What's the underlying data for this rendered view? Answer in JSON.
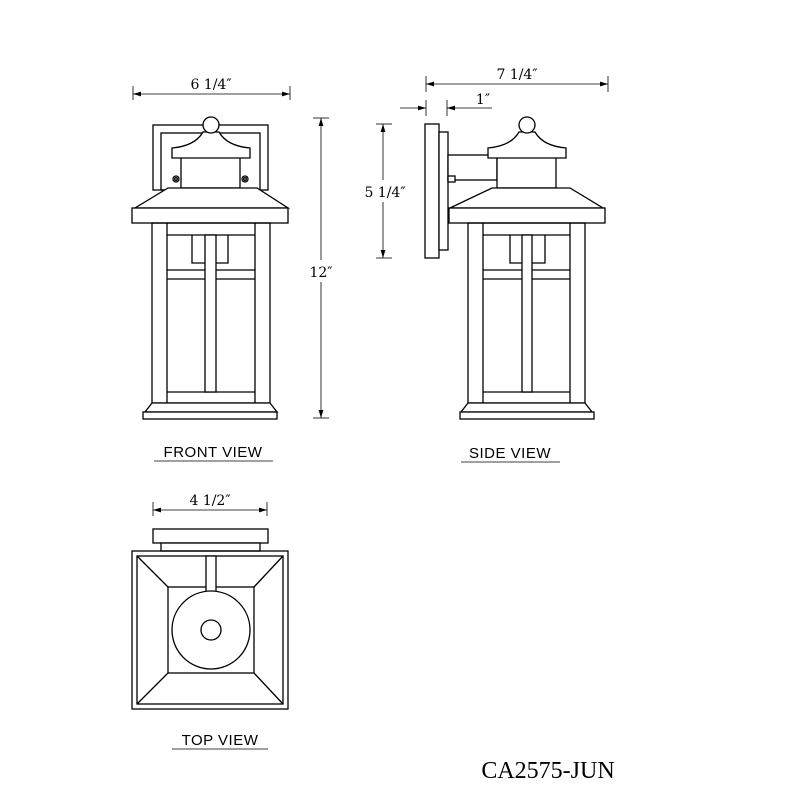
{
  "dimensions": {
    "front_width": "6 1/4″",
    "height": "12″",
    "side_depth": "7 1/4″",
    "wall_offset": "1″",
    "backplate_height": "5 1/4″",
    "top_width": "4 1/2″"
  },
  "labels": {
    "front_view": "FRONT VIEW",
    "side_view": "SIDE VIEW",
    "top_view": "TOP VIEW"
  },
  "model_number": "CA2575-JUN"
}
